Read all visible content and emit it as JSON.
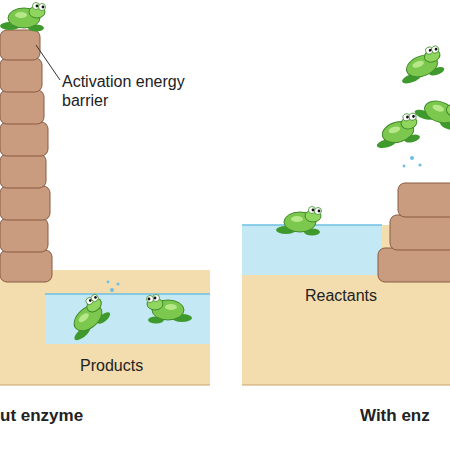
{
  "diagram": {
    "labels": [
      "Activation energy barrier",
      "Products",
      "Reactants",
      "ut enzyme",
      "With enz"
    ]
  }
}
